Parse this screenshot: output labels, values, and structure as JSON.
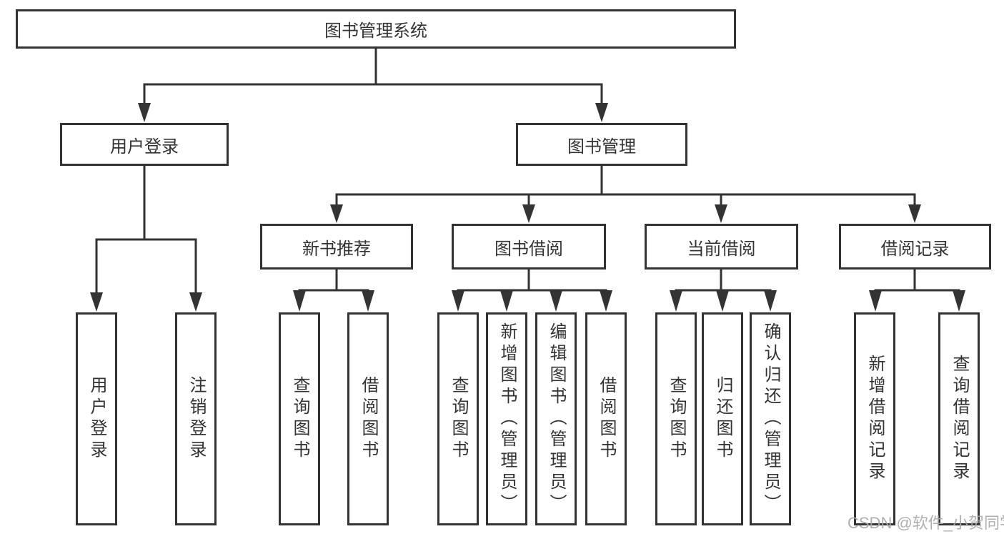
{
  "diagram_type": "tree",
  "tree": {
    "root": "图书管理系统",
    "children": [
      {
        "label": "用户登录",
        "children": [
          {
            "label": "用户登录"
          },
          {
            "label": "注销登录"
          }
        ]
      },
      {
        "label": "图书管理",
        "children": [
          {
            "label": "新书推荐",
            "children": [
              {
                "label": "查询图书"
              },
              {
                "label": "借阅图书"
              }
            ]
          },
          {
            "label": "图书借阅",
            "children": [
              {
                "label": "查询图书"
              },
              {
                "label": "新增图书（管理员）"
              },
              {
                "label": "编辑图书（管理员）"
              },
              {
                "label": "借阅图书"
              }
            ]
          },
          {
            "label": "当前借阅",
            "children": [
              {
                "label": "查询图书"
              },
              {
                "label": "归还图书"
              },
              {
                "label": "确认归还（管理员）"
              }
            ]
          },
          {
            "label": "借阅记录",
            "children": [
              {
                "label": "新增借阅记录"
              },
              {
                "label": "查询借阅记录"
              }
            ]
          }
        ]
      }
    ]
  },
  "watermark": {
    "text": "CSDN @软件_小贺同学"
  },
  "colors": {
    "line": "#333333",
    "text": "#333333",
    "box_bg": "#ffffff",
    "watermark": "#aaaaaa",
    "page_bg": "#ffffff"
  }
}
